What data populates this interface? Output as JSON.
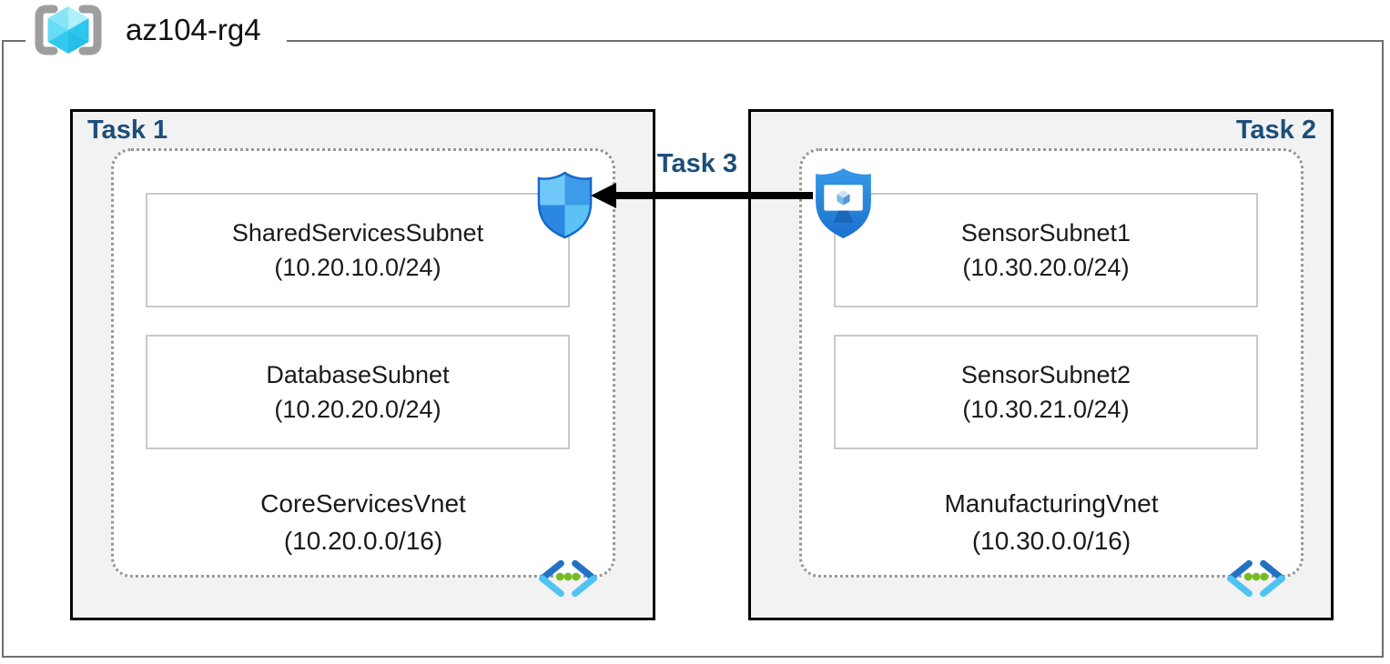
{
  "resource_group": {
    "title": "az104-rg4",
    "icon": "resource-group-cube-brackets-icon"
  },
  "tasks": {
    "task1": {
      "label": "Task 1",
      "vnet": {
        "name": "CoreServicesVnet",
        "cidr": "(10.20.0.0/16)"
      },
      "subnets": [
        {
          "name": "SharedServicesSubnet",
          "cidr": "(10.20.10.0/24)"
        },
        {
          "name": "DatabaseSubnet",
          "cidr": "(10.20.20.0/24)"
        }
      ]
    },
    "task2": {
      "label": "Task 2",
      "vnet": {
        "name": "ManufacturingVnet",
        "cidr": "(10.30.0.0/16)"
      },
      "subnets": [
        {
          "name": "SensorSubnet1",
          "cidr": "(10.30.20.0/24)"
        },
        {
          "name": "SensorSubnet2",
          "cidr": "(10.30.21.0/24)"
        }
      ]
    },
    "task3": {
      "label": "Task 3",
      "arrow_from": "bastion-icon",
      "arrow_to": "security-shield-icon"
    }
  },
  "icons": {
    "resource_group": "resource-group-cube-brackets-icon",
    "virtual_network": "virtual-network-icon",
    "security_shield": "security-shield-icon",
    "bastion": "bastion-icon"
  },
  "colors": {
    "accent_navy": "#1c4e79",
    "frame_border": "#6e6e6e",
    "task_box_border": "#000000",
    "task_box_bg": "#f2f2f2",
    "vnet_dotted_border": "#979797",
    "subnet_border": "#c9c9c9",
    "arrow_black": "#000000",
    "vnet_green_dots": "#76bc21",
    "azure_blue": "#2272c3",
    "azure_cyan": "#4fc3f2"
  }
}
